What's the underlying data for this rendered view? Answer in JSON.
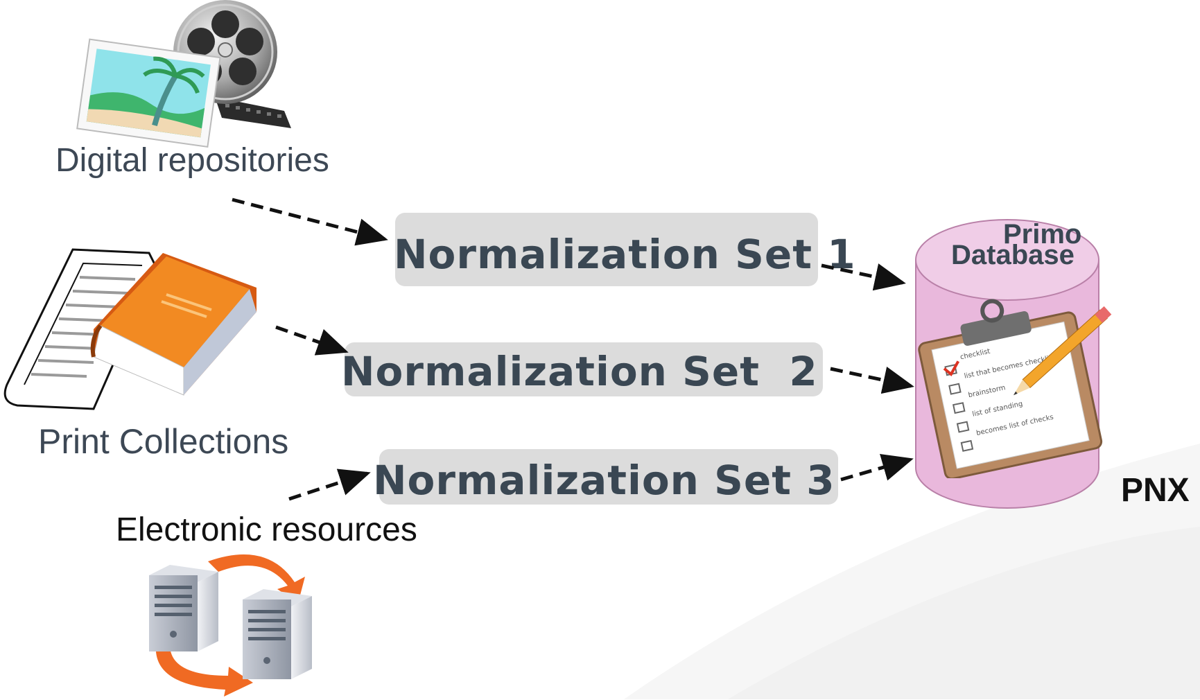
{
  "sources": {
    "digital": {
      "label": "Digital repositories",
      "icon": "film-reel-photo-icon"
    },
    "print": {
      "label": "Print Collections",
      "icon": "book-newspaper-icon"
    },
    "electronic": {
      "label": "Electronic resources",
      "icon": "server-sync-icon"
    }
  },
  "normalization": {
    "set1": "Normalization Set 1",
    "set2": "Normalization Set  2",
    "set3": "Normalization Set 3"
  },
  "database": {
    "line1": "Primo",
    "line2": "Database",
    "format": "PNX",
    "icon": "clipboard-checklist-icon",
    "clipboard_items": [
      "checklist",
      "list that becomes checklist",
      "brainstorm",
      "list of standing",
      "becomes list of checks"
    ]
  },
  "colors": {
    "label_text": "#3d4855",
    "norm_box": "#dcdcdc",
    "cylinder": "#e9b8dc",
    "cylinder_top": "#f0cde7",
    "book": "#f07a1a",
    "arrow": "#111111"
  }
}
